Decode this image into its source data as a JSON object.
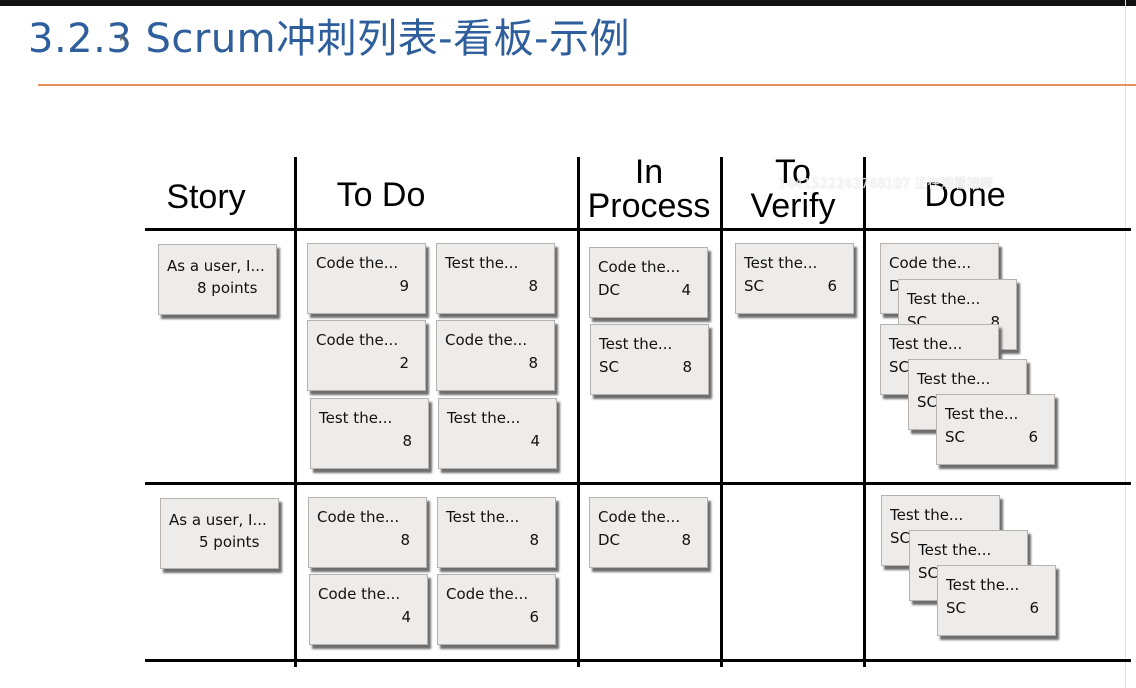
{
  "slide": {
    "title": "3.2.3 Scrum冲刺列表-看板-示例",
    "watermark": "1441522243768107 正在观看视频"
  },
  "columns": {
    "story": "Story",
    "todo": "To Do",
    "inprocess": [
      "In",
      "Process"
    ],
    "toverify": [
      "To",
      "Verify"
    ],
    "done": "Done"
  },
  "rows": [
    {
      "story": {
        "title": "As a user, I...",
        "points": "8 points"
      },
      "todo": [
        {
          "title": "Code the...",
          "num": "9"
        },
        {
          "title": "Test the...",
          "num": "8"
        },
        {
          "title": "Code the...",
          "num": "2"
        },
        {
          "title": "Code the...",
          "num": "8"
        },
        {
          "title": "Test the...",
          "num": "8"
        },
        {
          "title": "Test the...",
          "num": "4"
        }
      ],
      "inprocess": [
        {
          "title": "Code the...",
          "owner": "DC",
          "num": "4"
        },
        {
          "title": "Test the...",
          "owner": "SC",
          "num": "8"
        }
      ],
      "toverify": [
        {
          "title": "Test the...",
          "owner": "SC",
          "num": "6"
        }
      ],
      "done": [
        {
          "title": "Code the...",
          "owner": "D",
          "num": ""
        },
        {
          "title": "Test the...",
          "owner": "SC",
          "num": "8"
        },
        {
          "title": "Test the...",
          "owner": "SC",
          "num": ""
        },
        {
          "title": "Test the...",
          "owner": "SC",
          "num": ""
        },
        {
          "title": "Test the...",
          "owner": "SC",
          "num": "6"
        }
      ]
    },
    {
      "story": {
        "title": "As a user, I...",
        "points": "5 points"
      },
      "todo": [
        {
          "title": "Code the...",
          "num": "8"
        },
        {
          "title": "Test the...",
          "num": "8"
        },
        {
          "title": "Code the...",
          "num": "4"
        },
        {
          "title": "Code the...",
          "num": "6"
        }
      ],
      "inprocess": [
        {
          "title": "Code the...",
          "owner": "DC",
          "num": "8"
        }
      ],
      "toverify": [],
      "done": [
        {
          "title": "Test the...",
          "owner": "SC",
          "num": ""
        },
        {
          "title": "Test the...",
          "owner": "SC",
          "num": ""
        },
        {
          "title": "Test the...",
          "owner": "SC",
          "num": "6"
        }
      ]
    }
  ]
}
